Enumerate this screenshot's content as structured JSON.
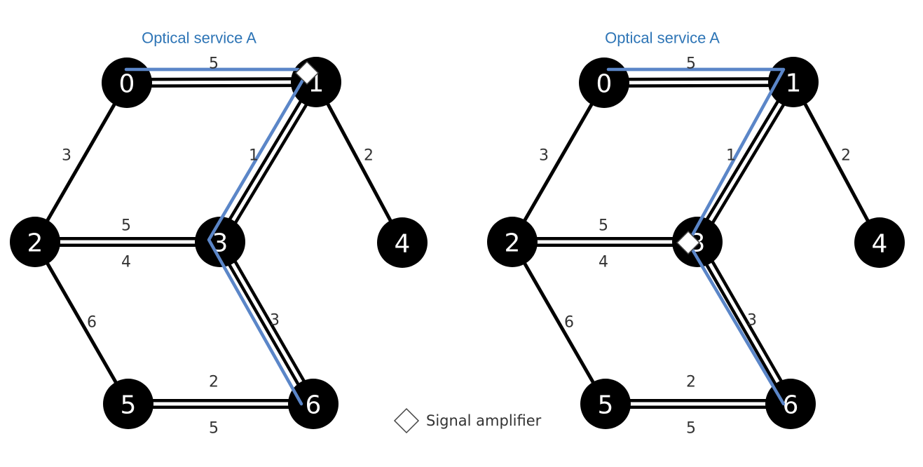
{
  "colors": {
    "edge": "#000000",
    "node": "#000000",
    "node_text": "#ffffff",
    "path": "#5b86c8",
    "title": "#2e75b6",
    "amplifier_fill": "#ffffff",
    "amplifier_stroke": "#444444"
  },
  "legend": {
    "icon": "diamond-icon",
    "label": "Signal amplifier"
  },
  "panels": [
    {
      "title": "Optical service A",
      "nodes": [
        "0",
        "1",
        "2",
        "3",
        "4",
        "5",
        "6"
      ],
      "links": [
        {
          "from": "0",
          "to": "1",
          "fibers": 2,
          "weights": [
            "5"
          ]
        },
        {
          "from": "0",
          "to": "2",
          "fibers": 1,
          "weights": [
            "3"
          ]
        },
        {
          "from": "1",
          "to": "3",
          "fibers": 2,
          "weights": [
            "1"
          ]
        },
        {
          "from": "1",
          "to": "4",
          "fibers": 1,
          "weights": [
            "2"
          ]
        },
        {
          "from": "2",
          "to": "3",
          "fibers": 2,
          "weights": [
            "5",
            "4"
          ]
        },
        {
          "from": "2",
          "to": "5",
          "fibers": 1,
          "weights": [
            "6"
          ]
        },
        {
          "from": "3",
          "to": "6",
          "fibers": 2,
          "weights": [
            "3"
          ]
        },
        {
          "from": "5",
          "to": "6",
          "fibers": 2,
          "weights": [
            "2",
            "5"
          ]
        }
      ],
      "service_path": [
        "0",
        "1",
        "3",
        "6"
      ],
      "amplifier_at": "1"
    },
    {
      "title": "Optical service A",
      "nodes": [
        "0",
        "1",
        "2",
        "3",
        "4",
        "5",
        "6"
      ],
      "links": [
        {
          "from": "0",
          "to": "1",
          "fibers": 2,
          "weights": [
            "5"
          ]
        },
        {
          "from": "0",
          "to": "2",
          "fibers": 1,
          "weights": [
            "3"
          ]
        },
        {
          "from": "1",
          "to": "3",
          "fibers": 2,
          "weights": [
            "1"
          ]
        },
        {
          "from": "1",
          "to": "4",
          "fibers": 1,
          "weights": [
            "2"
          ]
        },
        {
          "from": "2",
          "to": "3",
          "fibers": 2,
          "weights": [
            "5",
            "4"
          ]
        },
        {
          "from": "2",
          "to": "5",
          "fibers": 1,
          "weights": [
            "6"
          ]
        },
        {
          "from": "3",
          "to": "6",
          "fibers": 2,
          "weights": [
            "3"
          ]
        },
        {
          "from": "5",
          "to": "6",
          "fibers": 2,
          "weights": [
            "2",
            "5"
          ]
        }
      ],
      "service_path": [
        "0",
        "1",
        "3",
        "6"
      ],
      "amplifier_at": "3"
    }
  ]
}
